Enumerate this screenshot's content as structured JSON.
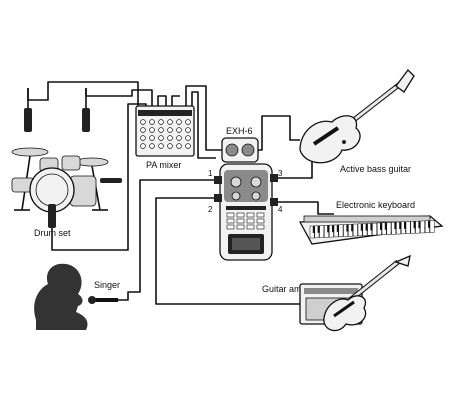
{
  "labels": {
    "exh6": "EXH-6",
    "pa_mixer": "PA mixer",
    "active_bass_guitar": "Active bass guitar",
    "electronic_keyboard": "Electronic keyboard",
    "drum_set": "Drum set",
    "singer": "Singer",
    "guitar_amp": "Guitar amp"
  },
  "inputs": {
    "in1": "1",
    "in2": "2",
    "in3": "3",
    "in4": "4"
  },
  "colors": {
    "line": "#111111",
    "fill": "#f2f2f2",
    "dark": "#222222",
    "background": "#ffffff"
  }
}
